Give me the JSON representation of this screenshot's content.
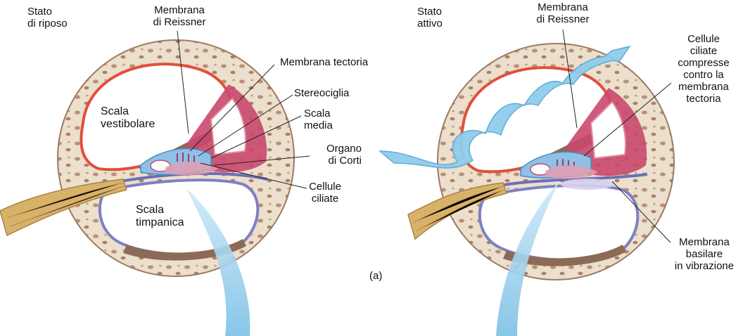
{
  "left": {
    "state": "Stato\ndi riposo",
    "reissner": "Membrana\ndi Reissner",
    "tectoria": "Membrana tectoria",
    "stereocilia": "Stereociglia",
    "media": "Scala\nmedia",
    "corti": "Organo\ndi Corti",
    "hair": "Cellule\nciliate",
    "vestibolare": "Scala\nvestibolare",
    "timpanica": "Scala\ntimpanica"
  },
  "figure_letter": "(a)",
  "right": {
    "state": "Stato\nattivo",
    "reissner": "Membrana\ndi Reissner",
    "hair_compressed": "Cellule\nciliate\ncompresse\ncontro la\nmembrana\ntectoria",
    "basilar": "Membrana\nbasilare\nin vibrazione"
  },
  "colors": {
    "bone": "#e8dcc8",
    "bone_spots": "#b58f75",
    "duct": "#c9486e",
    "red_membrane": "#e0503c",
    "wave": "#8ccbea",
    "nerve": "#d9b26a"
  }
}
